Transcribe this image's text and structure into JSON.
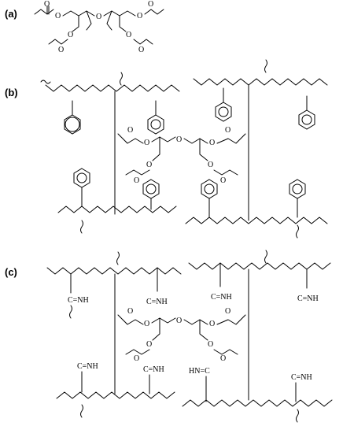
{
  "panels": [
    {
      "label": "(a)"
    },
    {
      "label": "(b)"
    },
    {
      "label": "(c)"
    }
  ],
  "atoms": {
    "oxygen": "O",
    "imine": "C=NH",
    "imine_reverse": "HN=C"
  }
}
